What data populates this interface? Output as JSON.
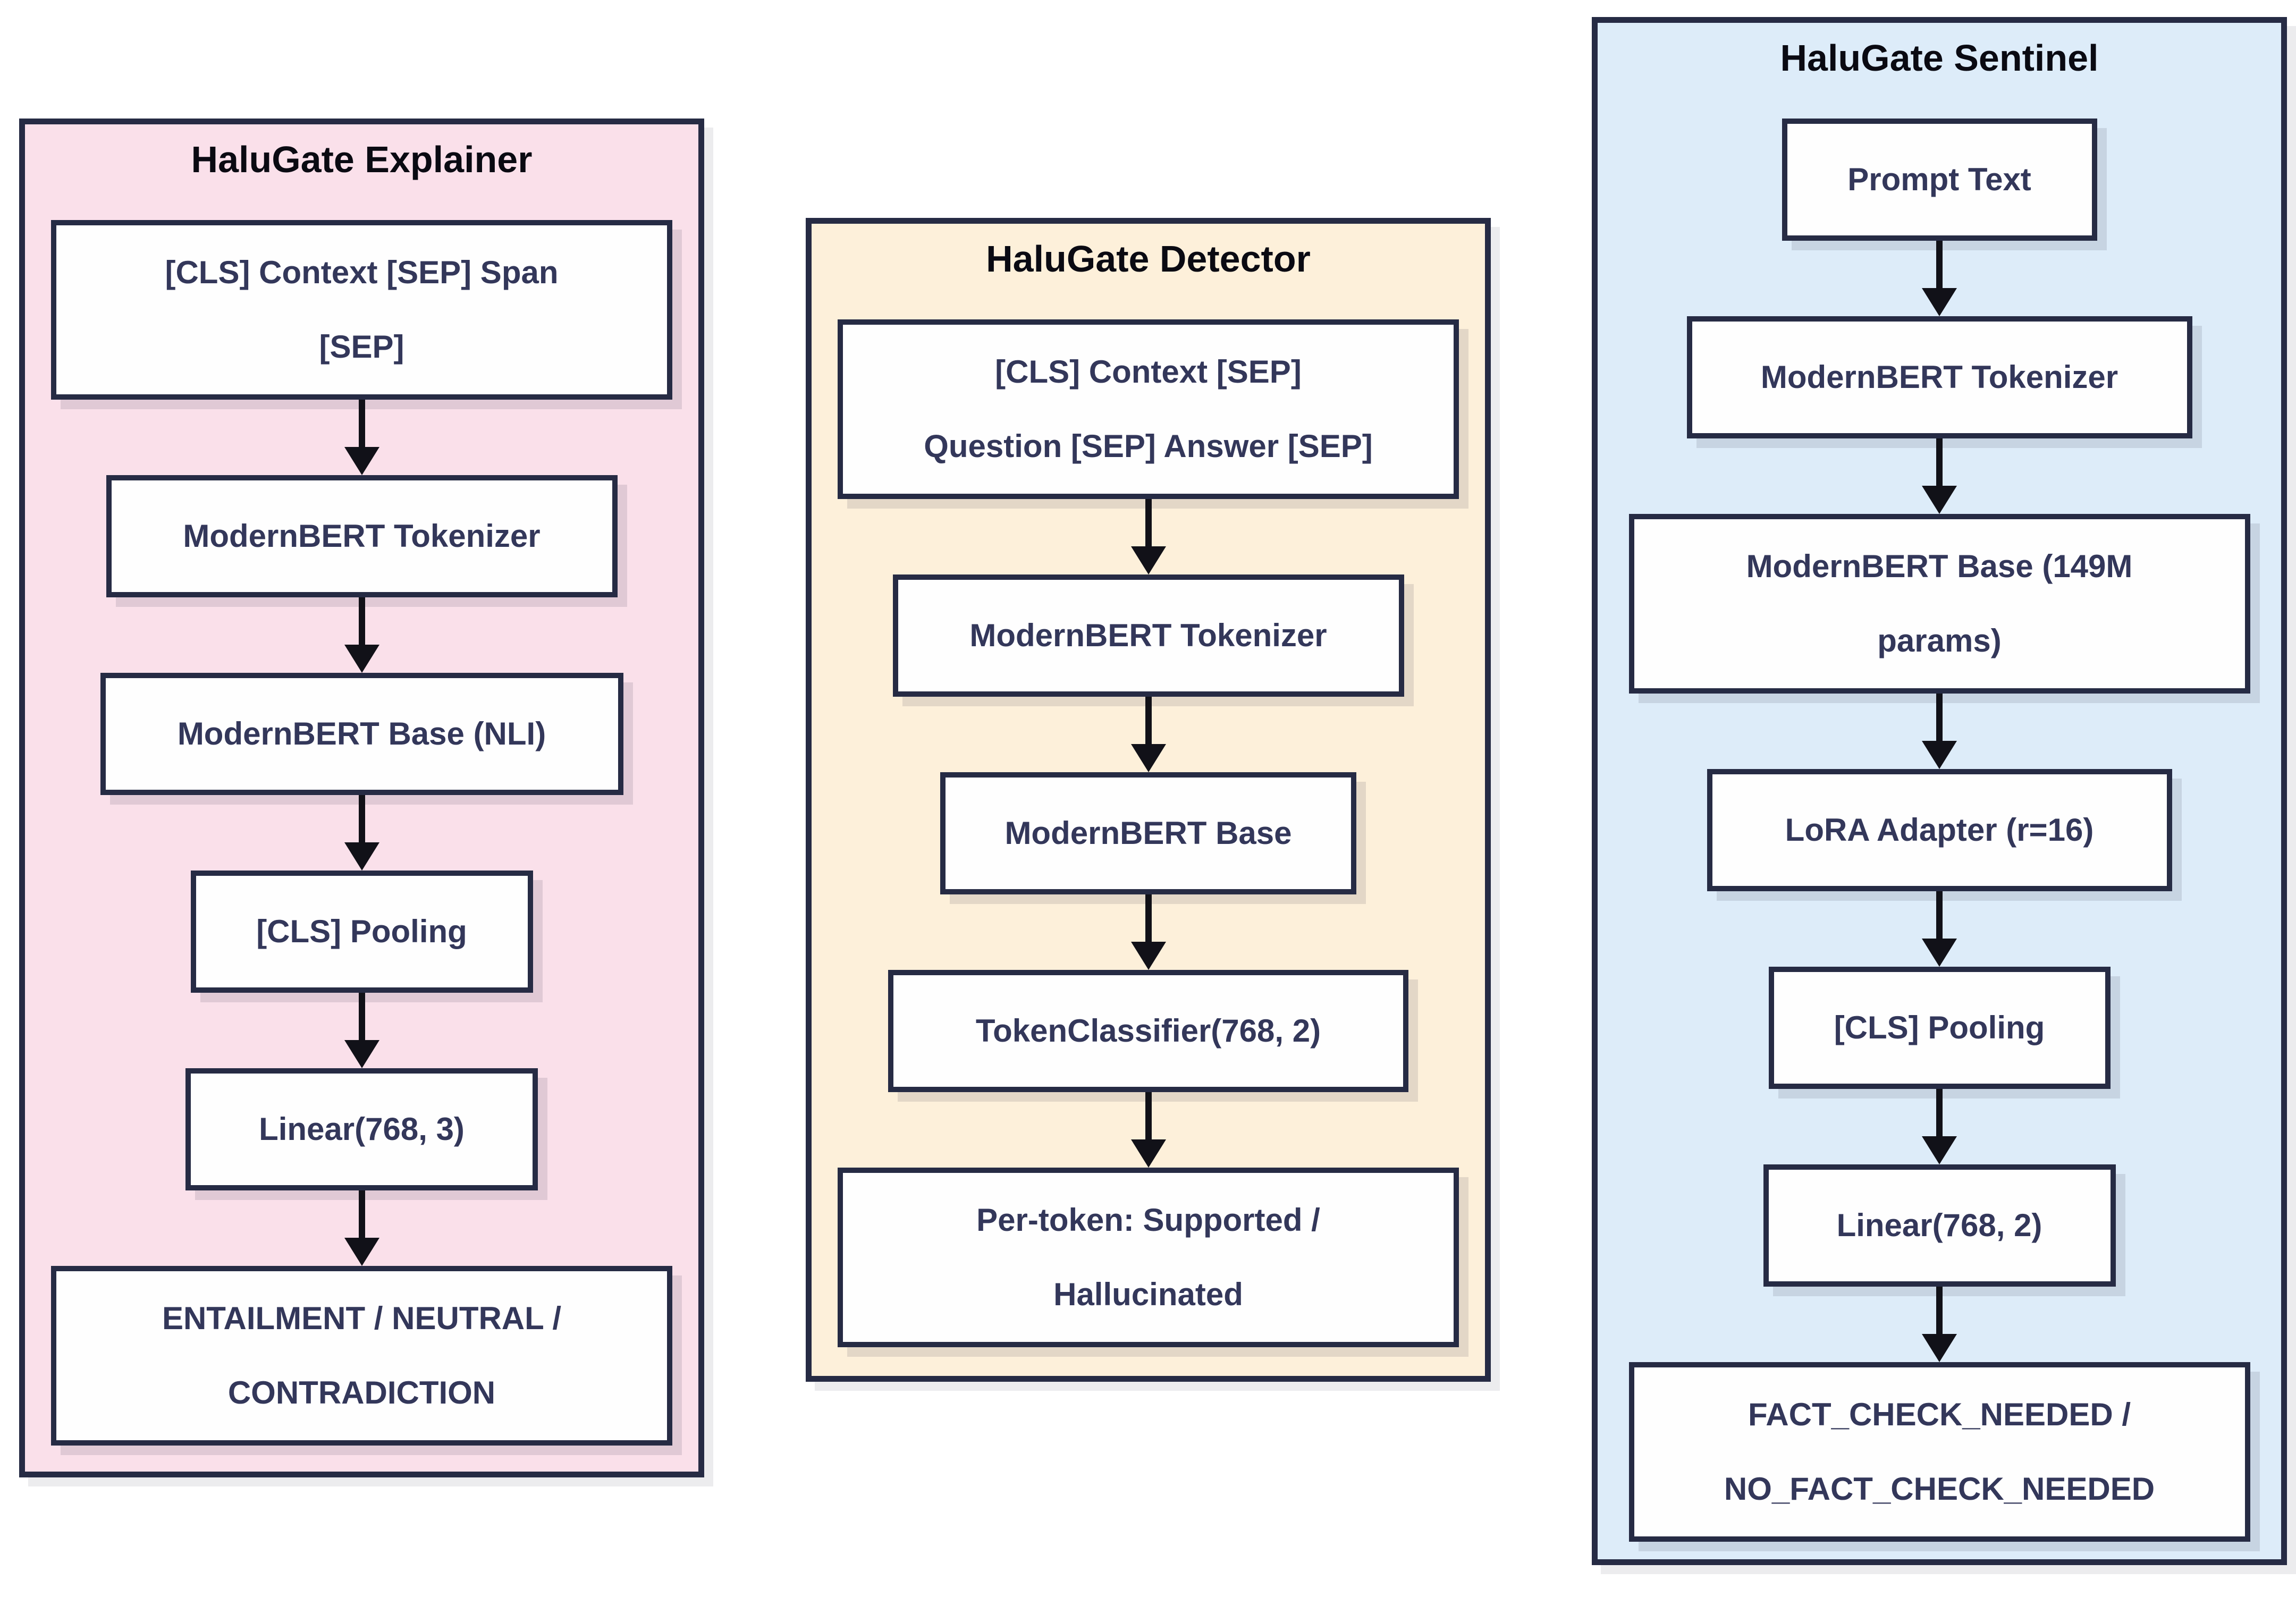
{
  "diagram": {
    "panels": [
      {
        "title": "HaluGate Explainer",
        "nodes": [
          {
            "label": "[CLS] Context [SEP] Span\n[SEP]"
          },
          {
            "label": "ModernBERT Tokenizer"
          },
          {
            "label": "ModernBERT Base (NLI)"
          },
          {
            "label": "[CLS] Pooling"
          },
          {
            "label": "Linear(768, 3)"
          },
          {
            "label": "ENTAILMENT / NEUTRAL /\nCONTRADICTION"
          }
        ]
      },
      {
        "title": "HaluGate Detector",
        "nodes": [
          {
            "label": "[CLS] Context [SEP]\nQuestion [SEP] Answer [SEP]"
          },
          {
            "label": "ModernBERT Tokenizer"
          },
          {
            "label": "ModernBERT Base"
          },
          {
            "label": "TokenClassifier(768, 2)"
          },
          {
            "label": "Per-token: Supported /\nHallucinated"
          }
        ]
      },
      {
        "title": "HaluGate Sentinel",
        "nodes": [
          {
            "label": "Prompt Text"
          },
          {
            "label": "ModernBERT Tokenizer"
          },
          {
            "label": "ModernBERT Base (149M\nparams)"
          },
          {
            "label": "LoRA Adapter (r=16)"
          },
          {
            "label": "[CLS] Pooling"
          },
          {
            "label": "Linear(768, 2)"
          },
          {
            "label": "FACT_CHECK_NEEDED /\nNO_FACT_CHECK_NEEDED"
          }
        ]
      }
    ],
    "colors": {
      "explainer_bg": "#fae0ea",
      "detector_bg": "#fdf0da",
      "sentinel_bg": "#ddecf9",
      "panel_border": "#262b44",
      "node_bg": "#fefefe",
      "node_text": "#33375a",
      "title_text": "#0a0a12",
      "arrow": "#111118"
    }
  }
}
